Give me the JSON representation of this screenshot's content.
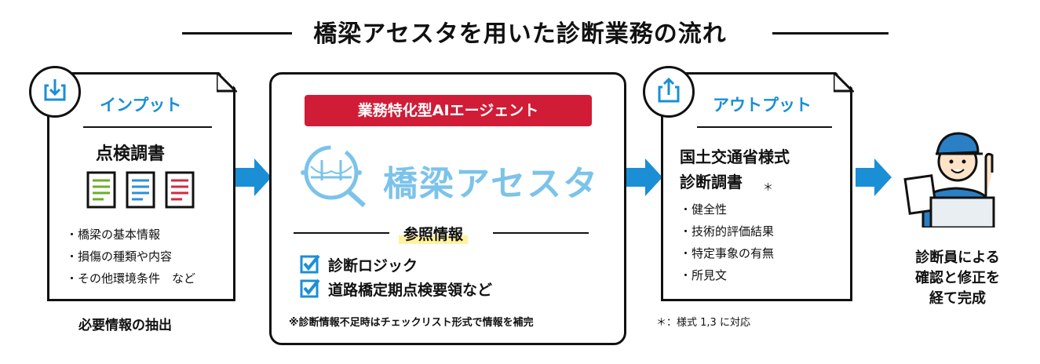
{
  "title": "橋梁アセスタを用いた診断業務の流れ",
  "input": {
    "heading": "インプット",
    "doc_title": "点検調書",
    "doc_colors": [
      "#6aaf2a",
      "#2d8fd5",
      "#d42a40"
    ],
    "items": [
      "・橋梁の基本情報",
      "・損傷の種類や内容",
      "・その他環境条件　など"
    ],
    "caption": "必要情報の抽出"
  },
  "center": {
    "agent_tag": "業務特化型AIエージェント",
    "product_name": "橋梁アセスタ",
    "reference_title": "参照情報",
    "checks": [
      "診断ロジック",
      "道路橋定期点検要領など"
    ],
    "note": "※診断情報不足時はチェックリスト形式で情報を補完"
  },
  "output": {
    "heading": "アウトプット",
    "doc_title_line1": "国土交通省様式",
    "doc_title_line2": "診断調書",
    "asterisk": "＊",
    "items": [
      "・健全性",
      "・技術的評価結果",
      "・特定事象の有無",
      "・所見文"
    ],
    "footnote": "＊：様式 1,3 に対応"
  },
  "final": {
    "lines": [
      "診断員による",
      "確認と修正を",
      "経て完成"
    ]
  },
  "colors": {
    "accent_blue": "#1a8fd6",
    "arrow_blue": "#1a8fd6",
    "agent_red": "#d01c36",
    "product_light_blue": "#7cc3ea",
    "highlight_yellow": "#fff2a0"
  }
}
